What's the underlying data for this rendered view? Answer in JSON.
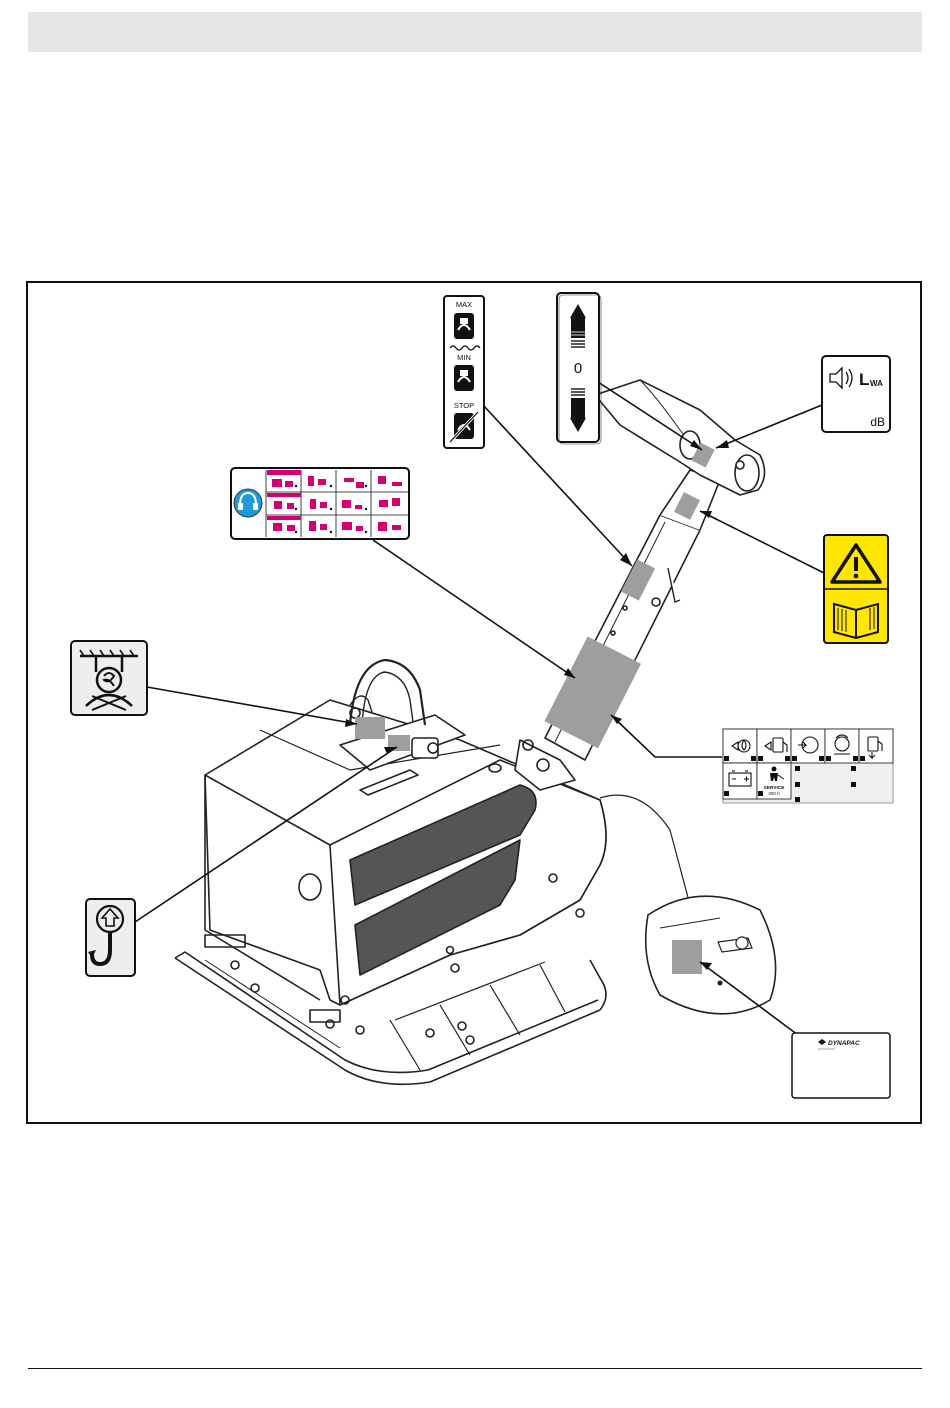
{
  "throttle_decal": {
    "max_label": "MAX",
    "min_label": "MIN",
    "stop_label": "STOP"
  },
  "direction_decal": {
    "neutral_label": "0"
  },
  "sound_decal": {
    "level_symbol": "L",
    "level_subscript": "WA",
    "unit_label": "dB"
  },
  "service_decal": {
    "service_label": "SERVICE",
    "interval_label": "250 h"
  },
  "brand_plate": {
    "brand_name": "DYNAPAC"
  },
  "colors": {
    "warning_yellow": "#ffe600",
    "instruction_magenta": "#d4006f",
    "hearing_blue": "#1e9ad6",
    "decal_location_gray": "#9e9e9e"
  },
  "icons": [
    "lifting-point-icon",
    "lifting-hook-icon",
    "warning-triangle-icon",
    "manual-book-icon",
    "ear-protection-icon",
    "speaker-icon",
    "fuel-icon",
    "oil-icon",
    "battery-icon",
    "service-person-icon"
  ]
}
